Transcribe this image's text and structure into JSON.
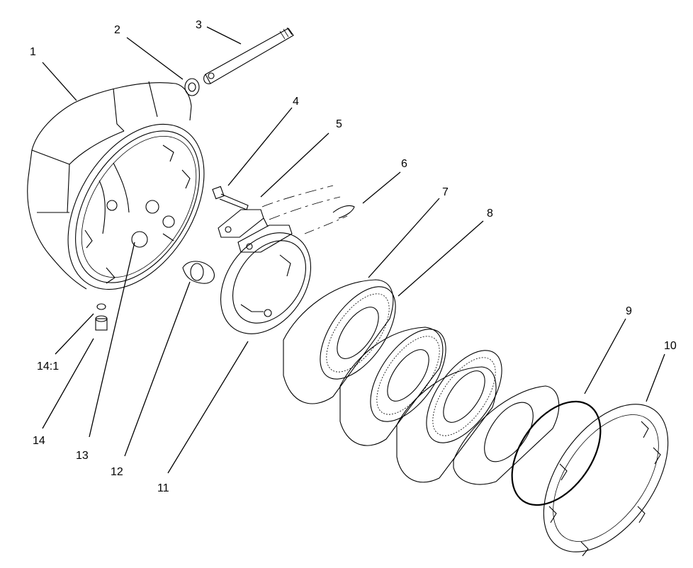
{
  "diagram": {
    "callouts": [
      {
        "id": "c1",
        "label": "1"
      },
      {
        "id": "c2",
        "label": "2"
      },
      {
        "id": "c3",
        "label": "3"
      },
      {
        "id": "c4",
        "label": "4"
      },
      {
        "id": "c5",
        "label": "5"
      },
      {
        "id": "c6",
        "label": "6"
      },
      {
        "id": "c7",
        "label": "7"
      },
      {
        "id": "c8",
        "label": "8"
      },
      {
        "id": "c9",
        "label": "9"
      },
      {
        "id": "c10",
        "label": "10"
      },
      {
        "id": "c11",
        "label": "11"
      },
      {
        "id": "c12",
        "label": "12"
      },
      {
        "id": "c13",
        "label": "13"
      },
      {
        "id": "c14",
        "label": "14"
      },
      {
        "id": "c14-1",
        "label": "14:1"
      }
    ]
  }
}
